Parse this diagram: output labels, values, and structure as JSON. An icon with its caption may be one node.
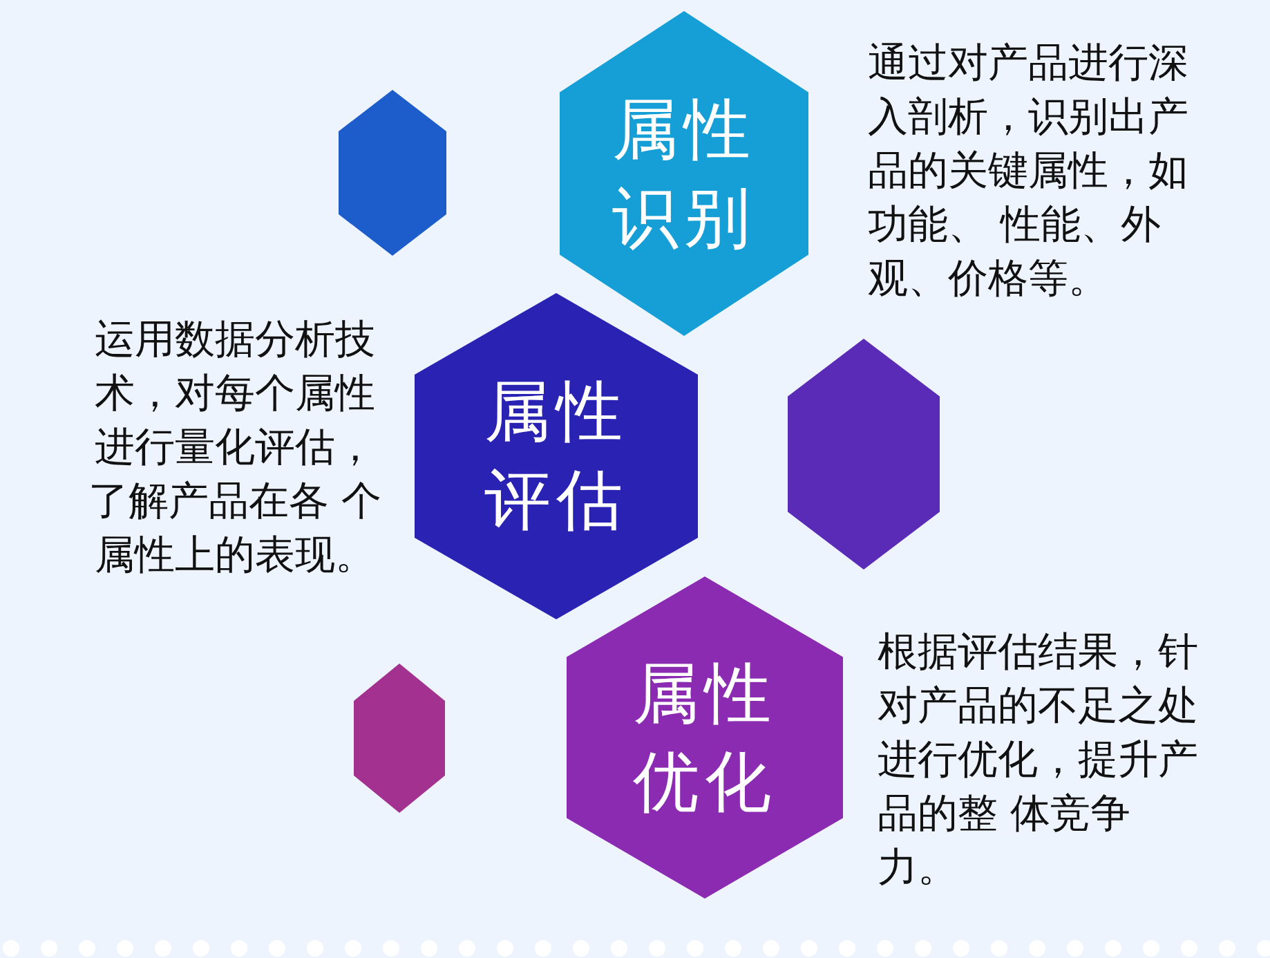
{
  "diagram": {
    "nodes": [
      {
        "text": [],
        "shape": "hexagon"
      },
      {
        "text": [
          "属性识别"
        ],
        "beside": [
          "通过对产品进行深入剖析，识别出产品的关键属性，如功能、 性能、外观、价格等。"
        ]
      },
      {
        "text": [
          "属性评估"
        ],
        "beside": [
          "运用数据分析技术，对每个属性进行量化评估，了解产品在各 个属性上的表现。"
        ]
      },
      {
        "text": [],
        "shape": "hexagon"
      },
      {
        "text": [],
        "shape": "hexagon"
      },
      {
        "text": [
          "属性优化"
        ],
        "beside": [
          "根据评估结果，针对产品的不足之处进行优化，提升产品的整 体竞争力。"
        ]
      }
    ]
  }
}
